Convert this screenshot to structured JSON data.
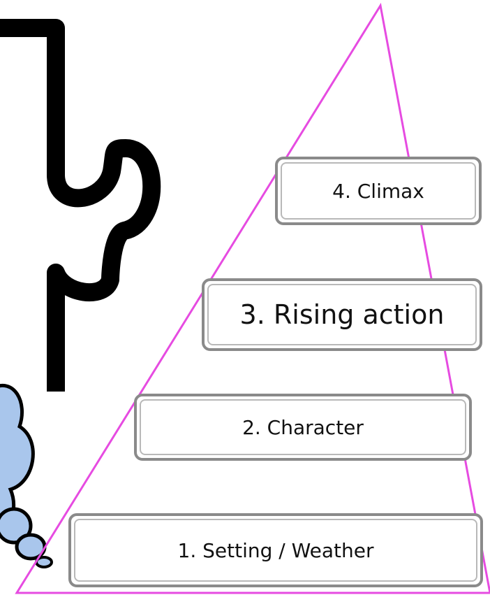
{
  "colors": {
    "triangle_outline": "#e64be1",
    "box_border": "#8a8a8a",
    "box_inner_border": "#b8b8b8",
    "cloud_fill": "#a9c6ec",
    "puzzle_outline": "#000000"
  },
  "icons": {
    "puzzle": "puzzle-piece-icon",
    "thought": "thought-bubble-icon"
  },
  "steps": [
    {
      "label": "4. Climax"
    },
    {
      "label": "3. Rising action"
    },
    {
      "label": "2. Character"
    },
    {
      "label": "1. Setting / Weather"
    }
  ]
}
